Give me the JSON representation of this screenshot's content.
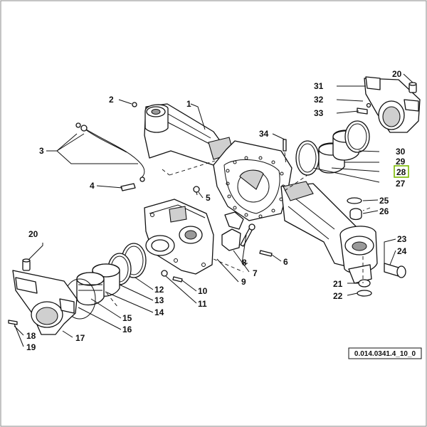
{
  "diagram": {
    "reference_code": "0.014.0341.4_10_0",
    "highlighted_part": "28",
    "callouts": {
      "p1": "1",
      "p2": "2",
      "p3": "3",
      "p4": "4",
      "p5": "5",
      "p6": "6",
      "p7": "7",
      "p8": "8",
      "p9": "9",
      "p10": "10",
      "p11": "11",
      "p12": "12",
      "p13": "13",
      "p14": "14",
      "p15": "15",
      "p16": "16",
      "p17": "17",
      "p18": "18",
      "p19": "19",
      "p20a": "20",
      "p20b": "20",
      "p21": "21",
      "p22": "22",
      "p23": "23",
      "p24": "24",
      "p25": "25",
      "p26": "26",
      "p27": "27",
      "p28": "28",
      "p29": "29",
      "p30": "30",
      "p31": "31",
      "p32": "32",
      "p33": "33",
      "p34": "34"
    }
  }
}
